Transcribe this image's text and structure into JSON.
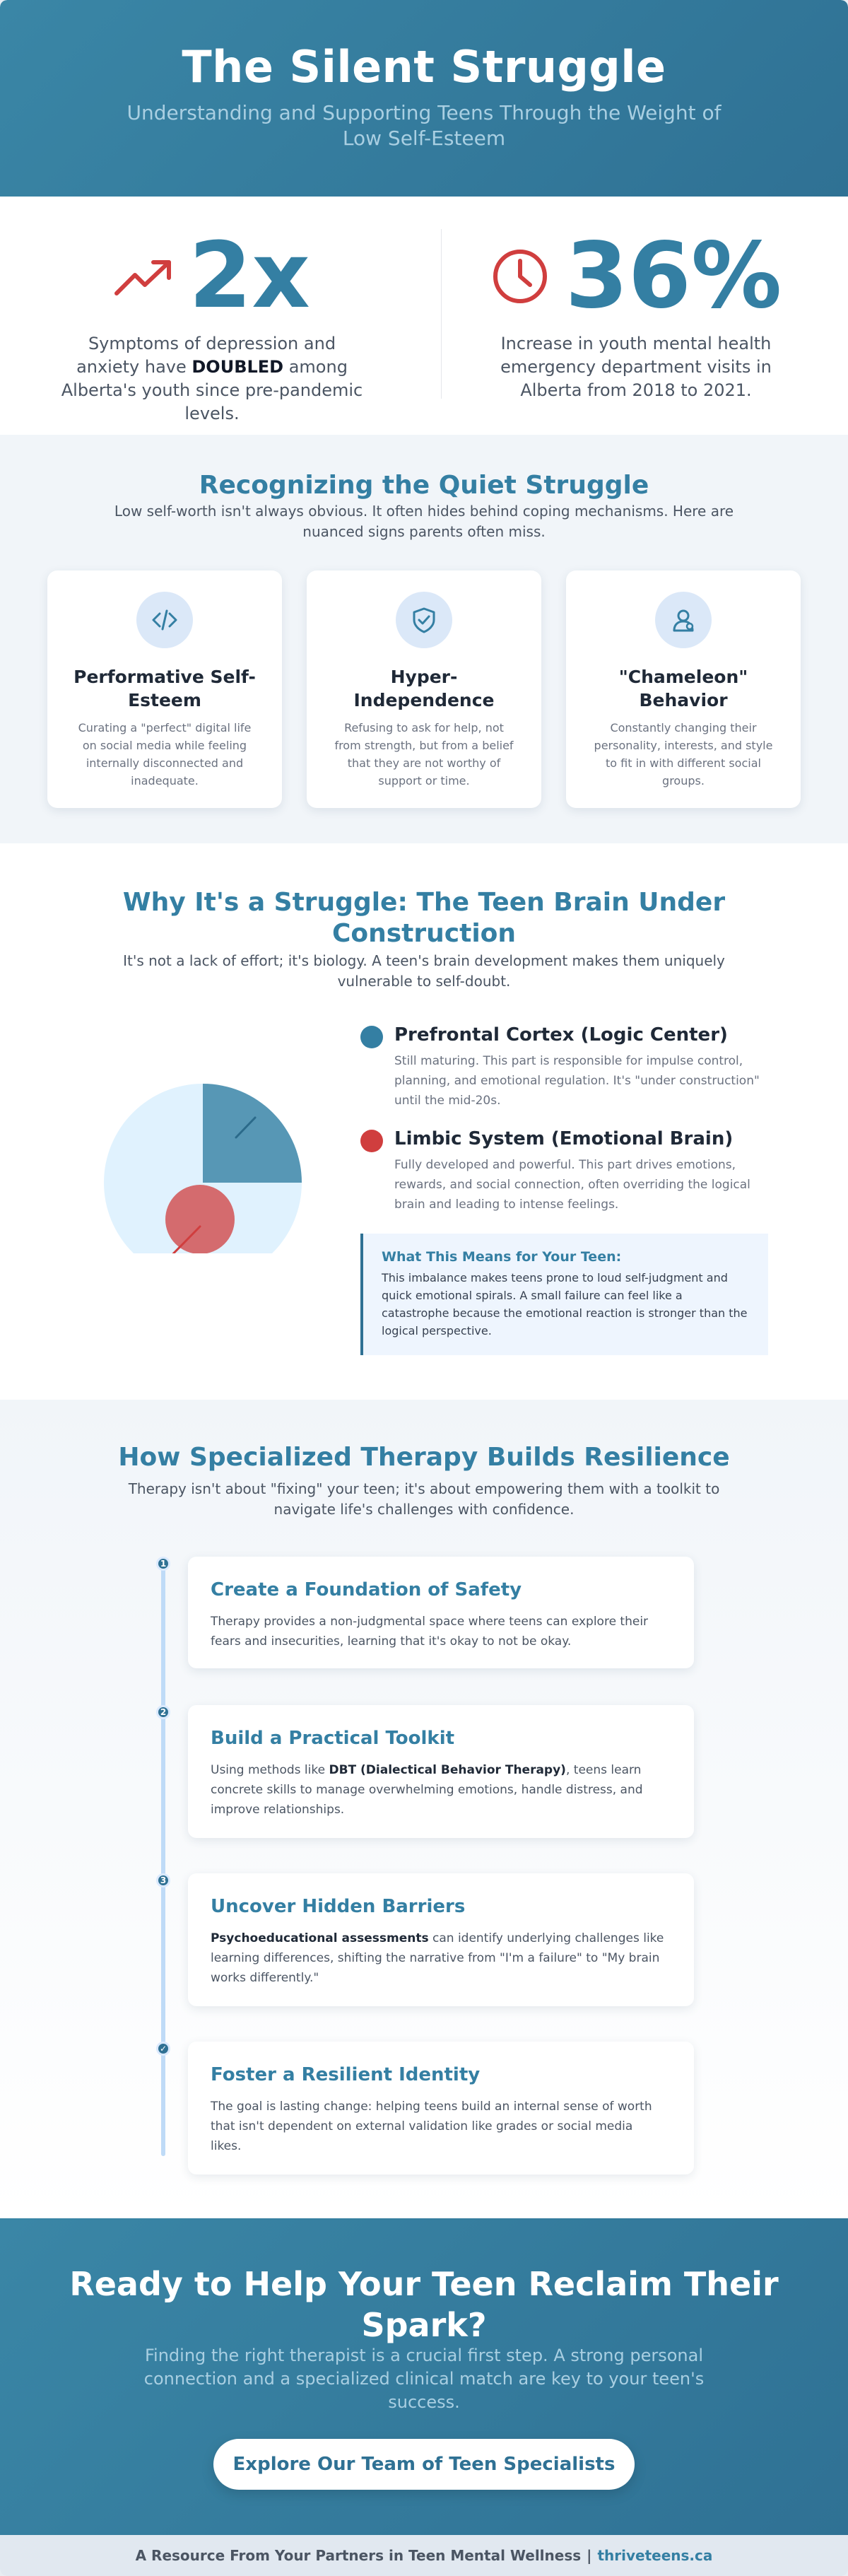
{
  "colors": {
    "primary": "#347fa3",
    "accent_red": "#d03e3e",
    "dark_text": "#1f2937"
  },
  "header": {
    "title": "The Silent Struggle",
    "subtitle": "Understanding and Supporting Teens Through the Weight of Low Self-Esteem"
  },
  "stats": [
    {
      "icon": "trending-up-icon",
      "value": "2x",
      "desc_before": "Symptoms of depression and anxiety have ",
      "desc_bold": "DOUBLED",
      "desc_after": " among Alberta's youth since pre-pandemic levels."
    },
    {
      "icon": "clock-icon",
      "value": "36%",
      "desc": "Increase in youth mental health emergency department visits in Alberta from 2018 to 2021."
    }
  ],
  "recognizing": {
    "title": "Recognizing the Quiet Struggle",
    "subtitle": "Low self-worth isn't always obvious. It often hides behind coping mechanisms. Here are nuanced signs parents often miss.",
    "cards": [
      {
        "icon": "code-icon",
        "title": "Performative Self-Esteem",
        "text": "Curating a \"perfect\" digital life on social media while feeling internally disconnected and inadequate."
      },
      {
        "icon": "shield-check-icon",
        "title": "Hyper-Independence",
        "text": "Refusing to ask for help, not from strength, but from a belief that they are not worthy of support or time."
      },
      {
        "icon": "user-icon",
        "title": "\"Chameleon\" Behavior",
        "text": "Constantly changing their personality, interests, and style to fit in with different social groups."
      }
    ]
  },
  "brain": {
    "title": "Why It's a Struggle: The Teen Brain Under Construction",
    "subtitle": "It's not a lack of effort; it's biology. A teen's brain development makes them uniquely vulnerable to self-doubt.",
    "items": [
      {
        "title": "Prefrontal Cortex (Logic Center)",
        "text": "Still maturing. This part is responsible for impulse control, planning, and emotional regulation. It's \"under construction\" until the mid-20s.",
        "color": "#347fa3"
      },
      {
        "title": "Limbic System (Emotional Brain)",
        "text": "Fully developed and powerful. This part drives emotions, rewards, and social connection, often overriding the logical brain and leading to intense feelings.",
        "color": "#d03e3e"
      }
    ],
    "callout": {
      "title": "What This Means for Your Teen:",
      "text": "This imbalance makes teens prone to loud self-judgment and quick emotional spirals. A small failure can feel like a catastrophe because the emotional reaction is stronger than the logical perspective."
    }
  },
  "therapy": {
    "title": "How Specialized Therapy Builds Resilience",
    "subtitle": "Therapy isn't about \"fixing\" your teen; it's about empowering them with a toolkit to navigate life's challenges with confidence.",
    "steps": [
      {
        "badge": "1",
        "title": "Create a Foundation of Safety",
        "text": "Therapy provides a non-judgmental space where teens can explore their fears and insecurities, learning that it's okay to not be okay."
      },
      {
        "badge": "2",
        "title": "Build a Practical Toolkit",
        "text_before": "Using methods like ",
        "text_bold": "DBT (Dialectical Behavior Therapy)",
        "text_after": ", teens learn concrete skills to manage overwhelming emotions, handle distress, and improve relationships."
      },
      {
        "badge": "3",
        "title": "Uncover Hidden Barriers",
        "text_bold": "Psychoeducational assessments",
        "text_after": " can identify underlying challenges like learning differences, shifting the narrative from \"I'm a failure\" to \"My brain works differently.\""
      },
      {
        "badge": "✓",
        "title": "Foster a Resilient Identity",
        "text": "The goal is lasting change: helping teens build an internal sense of worth that isn't dependent on external validation like grades or social media likes."
      }
    ]
  },
  "cta": {
    "title": "Ready to Help Your Teen Reclaim Their Spark?",
    "subtitle": "Finding the right therapist is a crucial first step. A strong personal connection and a specialized clinical match are key to your teen's success.",
    "button_label": "Explore Our Team of Teen Specialists"
  },
  "footer": {
    "text": "A Resource From Your Partners in Teen Mental Wellness",
    "separator": "|",
    "link": "thriveteens.ca"
  }
}
